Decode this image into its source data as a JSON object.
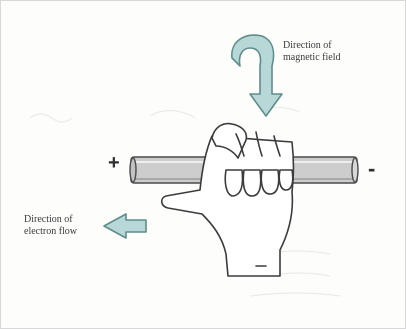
{
  "labels": {
    "magnetic_field": {
      "line1": "Direction of",
      "line2": "magnetic field"
    },
    "electron_flow": {
      "line1": "Direction of",
      "line2": "electron flow"
    }
  },
  "signs": {
    "positive": "+",
    "negative": "-"
  },
  "colors": {
    "arrow_fill": "#b8d8d7",
    "arrow_stroke": "#5e8e8c",
    "wire_fill": "#cfcfcf",
    "ink": "#3b3b3b",
    "background": "#fdfdfc"
  },
  "icons": {
    "field_arrow": "curved-arrow-clockwise",
    "flow_arrow": "arrow-left",
    "hand": "right-hand-grip"
  }
}
